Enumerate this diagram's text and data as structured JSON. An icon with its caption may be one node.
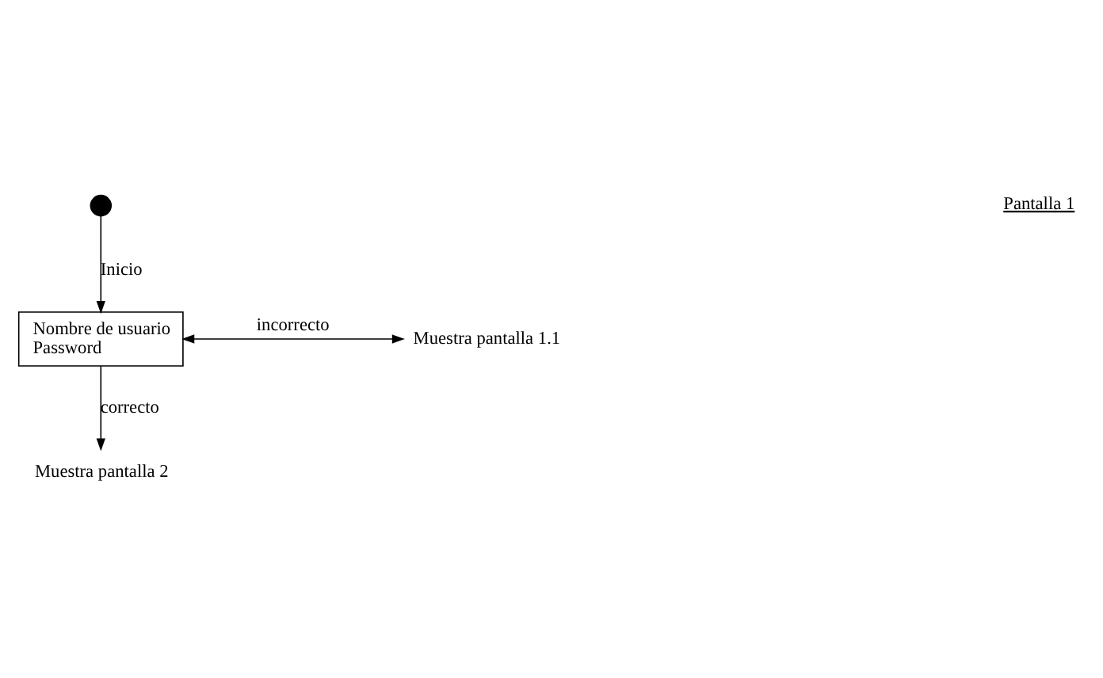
{
  "diagram": {
    "nodes": [
      {
        "text": [],
        "shape": "circle"
      },
      {
        "text": [
          "Nombre de usuario",
          "Password"
        ]
      },
      {
        "text": [
          "Muestra pantalla 1.1"
        ]
      },
      {
        "text": [
          "Muestra pantalla 2"
        ]
      }
    ],
    "edges": [
      {
        "from": 0,
        "to": 1,
        "arrow": "to",
        "label": "Inicio"
      },
      {
        "from": 1,
        "to": 2,
        "arrow": "both",
        "label": "incorrecto"
      },
      {
        "from": 1,
        "to": 3,
        "arrow": "to",
        "label": "correcto"
      }
    ],
    "labels": [
      "Pantalla 1"
    ]
  }
}
